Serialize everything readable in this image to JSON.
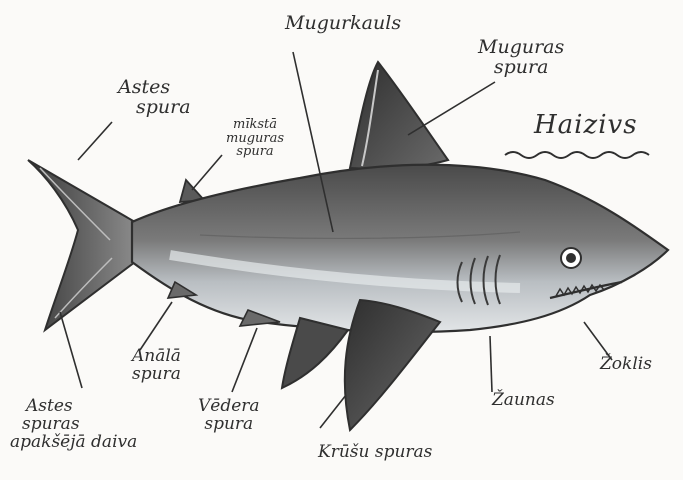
{
  "diagram": {
    "title": "Haizivs",
    "labels": {
      "mugurkauls": "Mugurkauls",
      "muguras_spura_l1": "Muguras",
      "muguras_spura_l2": "spura",
      "astes_spura_l1": "Astes",
      "astes_spura_l2": "spura",
      "mista_spura_l1": "mīkstā",
      "mista_spura_l2": "muguras",
      "mista_spura_l3": "spura",
      "anala_spura_l1": "Anālā",
      "anala_spura_l2": "spura",
      "vedera_spura_l1": "Vēdera",
      "vedera_spura_l2": "spura",
      "astes_apakseja_l1": "Astes",
      "astes_apakseja_l2": "spuras",
      "astes_apakseja_l3": "apakšējā daiva",
      "krusu_spuras": "Krūšu spuras",
      "zaunas": "Žaunas",
      "zoklis": "Žoklis"
    },
    "colors": {
      "pencil": "#2f2f2f",
      "body_shade": "#6f6f6f",
      "belly": "#d9dde0",
      "fin_dark": "#3a3a3a",
      "paper": "#fbfaf8"
    }
  }
}
